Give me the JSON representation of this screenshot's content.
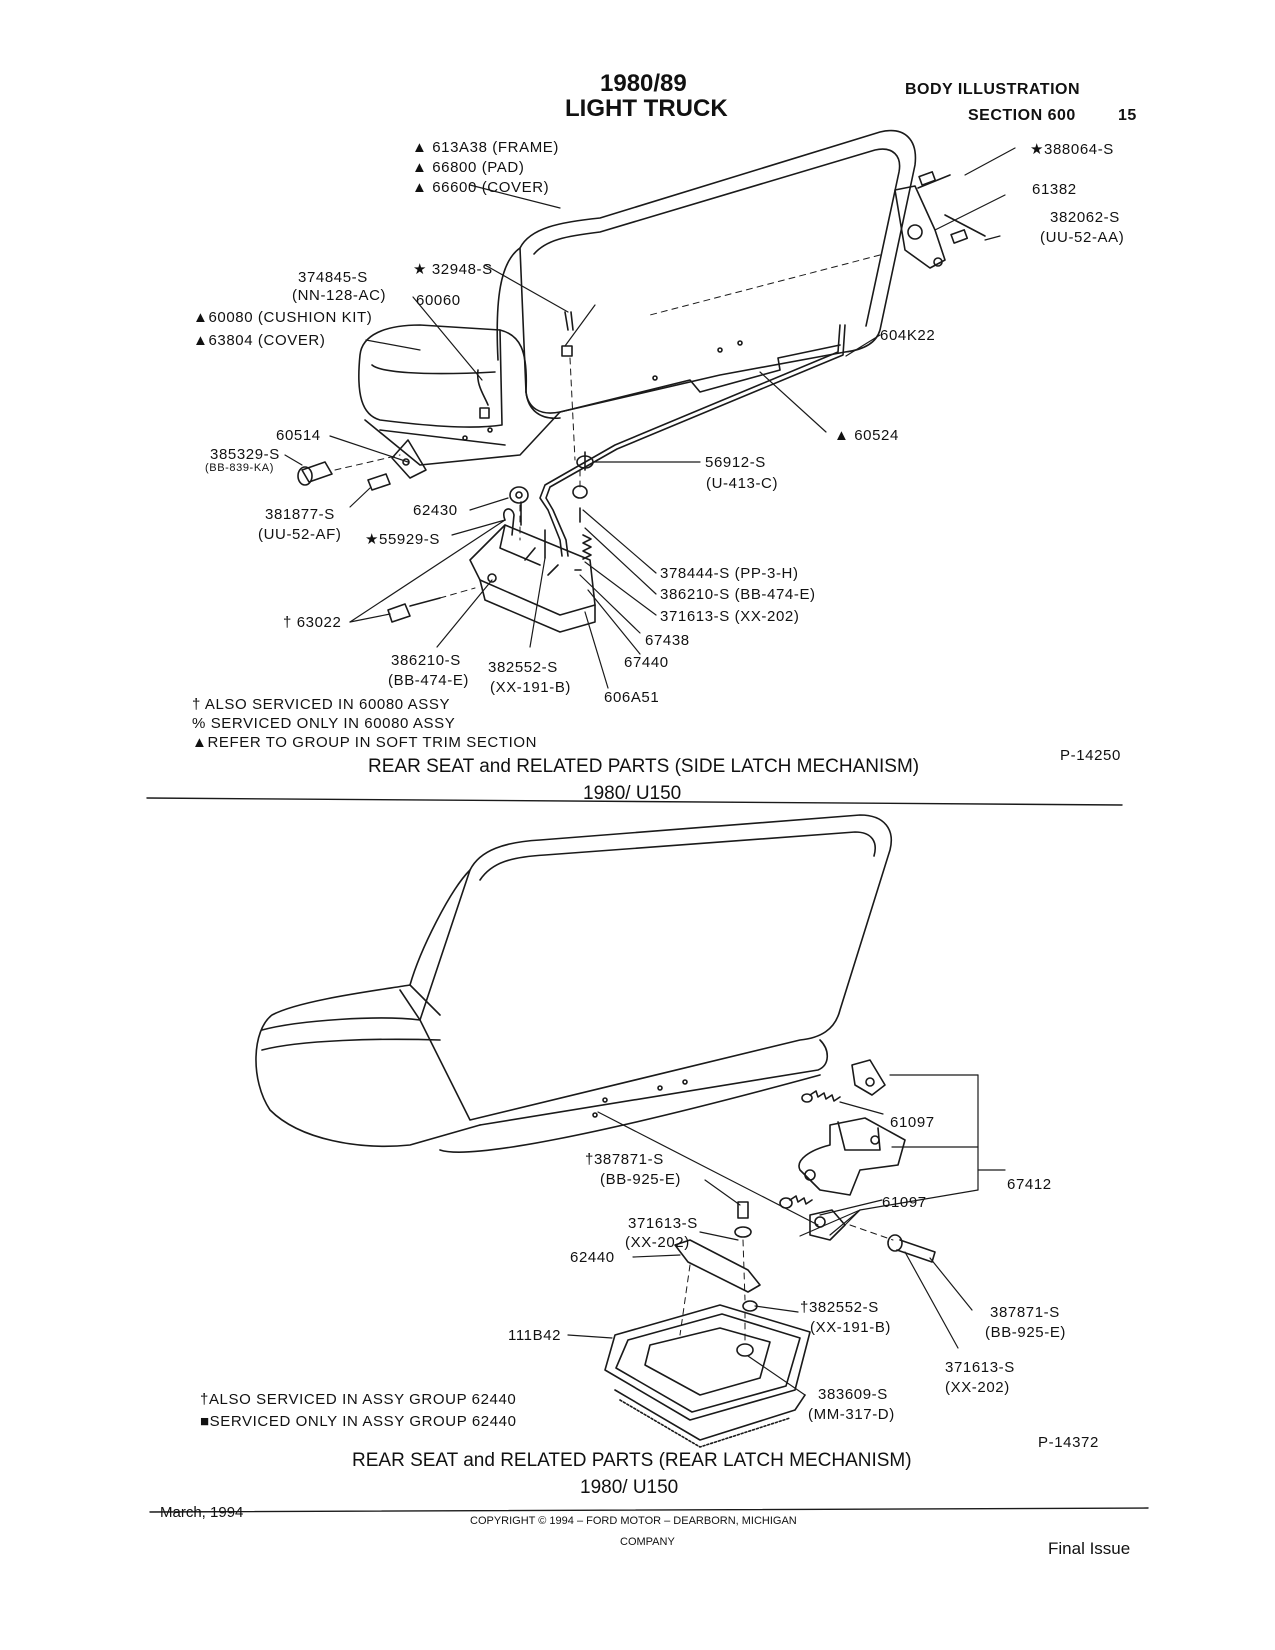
{
  "header": {
    "title_line1": "1980/89",
    "title_line2": "LIGHT TRUCK",
    "section_line1": "BODY ILLUSTRATION",
    "section_line2": "SECTION 600",
    "page_number": "15"
  },
  "top_diagram": {
    "labels": [
      "▲ 613A38 (FRAME)",
      "▲ 66800 (PAD)",
      "▲ 66600 (COVER)",
      "★388064-S",
      "61382",
      "382062-S",
      "(UU-52-AA)",
      "374845-S",
      "(NN-128-AC)",
      "★ 32948-S",
      "60060",
      "▲60080 (CUSHION KIT)",
      "▲63804 (COVER)",
      "604K22",
      "▲ 60524",
      "60514",
      "385329-S",
      "(BB-839-KA)",
      "56912-S",
      "(U-413-C)",
      "381877-S",
      "(UU-52-AF)",
      "62430",
      "★55929-S",
      "378444-S (PP-3-H)",
      "386210-S (BB-474-E)",
      "371613-S (XX-202)",
      "67438",
      "† 63022",
      "67440",
      "386210-S",
      "(BB-474-E)",
      "382552-S",
      "(XX-191-B)",
      "606A51"
    ],
    "notes": [
      "† ALSO SERVICED IN 60080 ASSY",
      "% SERVICED ONLY IN 60080 ASSY",
      "▲REFER TO GROUP IN SOFT TRIM SECTION"
    ],
    "figure_id": "P-14250",
    "caption": "REAR SEAT and RELATED PARTS (SIDE LATCH MECHANISM)",
    "subcaption": "1980/ U150"
  },
  "bottom_diagram": {
    "labels": [
      "61097",
      "67412",
      "†387871-S",
      "(BB-925-E)",
      "61097",
      "371613-S",
      "(XX-202)",
      "62440",
      "†382552-S",
      "(XX-191-B)",
      "387871-S",
      "(BB-925-E)",
      "111B42",
      "371613-S",
      "(XX-202)",
      "383609-S",
      "(MM-317-D)"
    ],
    "notes": [
      "†ALSO SERVICED IN ASSY GROUP 62440",
      "■SERVICED ONLY IN ASSY GROUP 62440"
    ],
    "figure_id": "P-14372",
    "caption": "REAR SEAT and RELATED PARTS (REAR LATCH MECHANISM)",
    "subcaption": "1980/ U150"
  },
  "footer": {
    "date": "March, 1994",
    "copyright_line1": "COPYRIGHT © 1994 – FORD MOTOR – DEARBORN, MICHIGAN",
    "copyright_line2": "COMPANY",
    "status": "Final Issue"
  }
}
